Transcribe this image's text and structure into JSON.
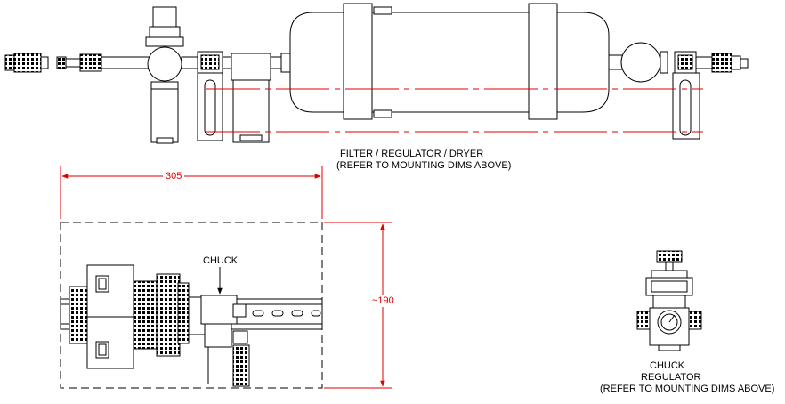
{
  "labels": {
    "frd_title": "FILTER / REGULATOR / DRYER",
    "frd_note": "(REFER TO MOUNTING DIMS ABOVE)",
    "chuck_callout": "CHUCK",
    "chuck_reg_line1": "CHUCK",
    "chuck_reg_line2": "REGULATOR",
    "chuck_reg_note": "(REFER TO MOUNTING DIMS ABOVE)"
  },
  "dimensions": {
    "width": "305",
    "height": "~190"
  },
  "colors": {
    "line": "#000000",
    "dimension": "#e00000",
    "background": "#ffffff"
  }
}
